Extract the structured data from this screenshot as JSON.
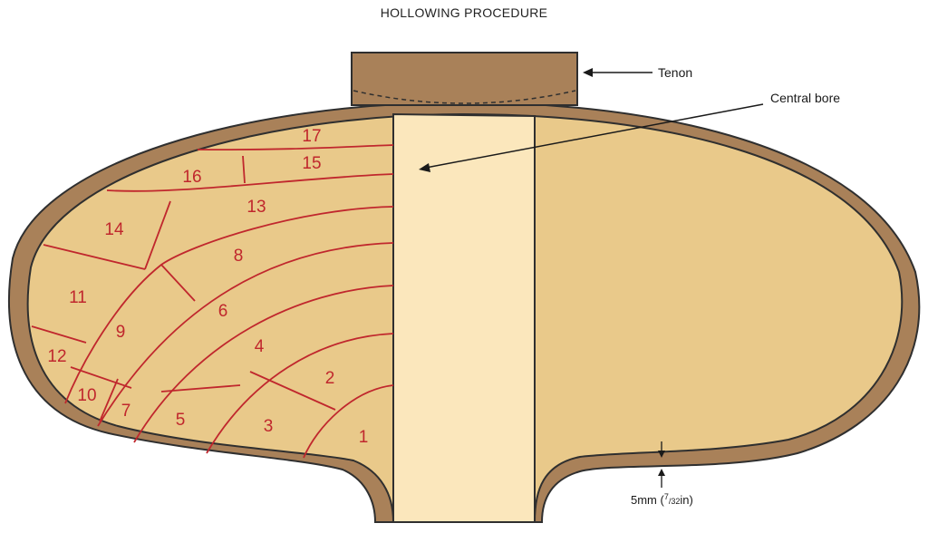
{
  "title": "HOLLOWING PROCEDURE",
  "labels": {
    "tenon": "Tenon",
    "central_bore": "Central bore",
    "wall_thickness_main": "5mm (",
    "wall_thickness_num": "7",
    "wall_thickness_den": "/32",
    "wall_thickness_unit": "in)"
  },
  "segments": [
    "1",
    "2",
    "3",
    "4",
    "5",
    "6",
    "7",
    "8",
    "9",
    "10",
    "11",
    "12",
    "13",
    "14",
    "15",
    "16",
    "17"
  ],
  "colors": {
    "wall": "#a98159",
    "wall_outline": "#2f2f2f",
    "interior": "#e9c98a",
    "bore": "#fbe7bc",
    "segment_lines": "#c0272d"
  }
}
